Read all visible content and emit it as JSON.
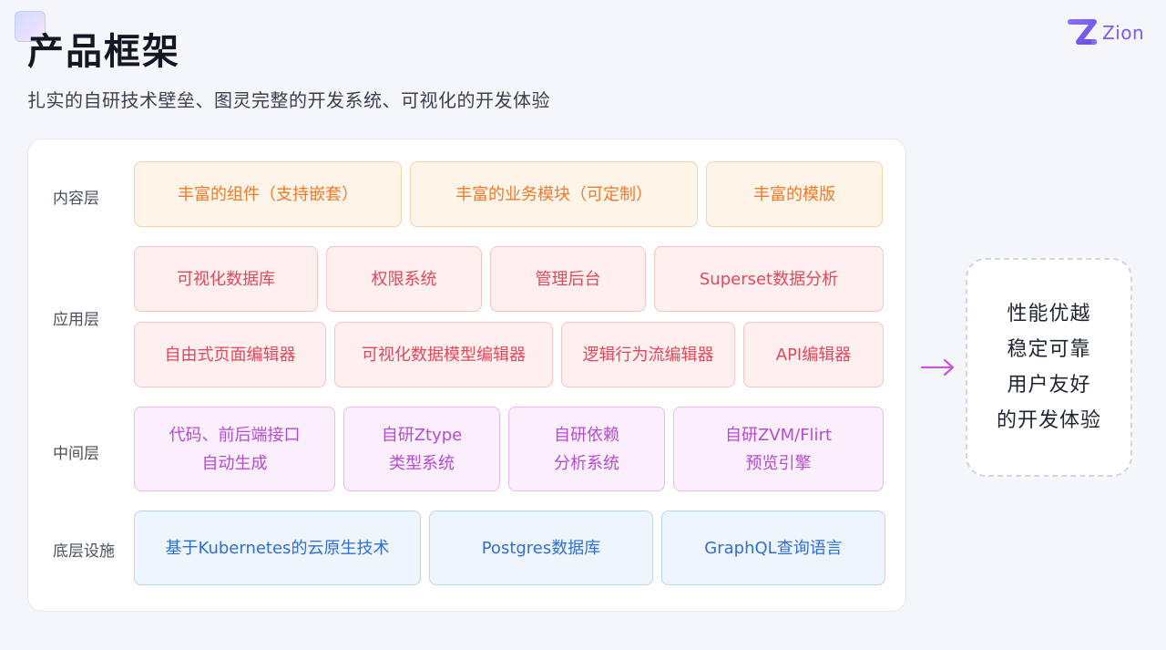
{
  "header": {
    "title": "产品框架",
    "subtitle": "扎实的自研技术壁垒、图灵完整的开发系统、可视化的开发体验",
    "logo_text": "Zion"
  },
  "layers": {
    "content": {
      "label": "内容层",
      "items": [
        "丰富的组件（支持嵌套）",
        "丰富的业务模块（可定制）",
        "丰富的模版"
      ]
    },
    "application": {
      "label": "应用层",
      "row1": [
        "可视化数据库",
        "权限系统",
        "管理后台",
        "Superset数据分析"
      ],
      "row2": [
        "自由式页面编辑器",
        "可视化数据模型编辑器",
        "逻辑行为流编辑器",
        "API编辑器"
      ]
    },
    "middle": {
      "label": "中间层",
      "items": [
        {
          "line1": "代码、前后端接口",
          "line2": "自动生成"
        },
        {
          "line1": "自研Ztype",
          "line2": "类型系统"
        },
        {
          "line1": "自研依赖",
          "line2": "分析系统"
        },
        {
          "line1": "自研ZVM/Flirt",
          "line2": "预览引擎"
        }
      ]
    },
    "infrastructure": {
      "label": "底层设施",
      "items": [
        "基于Kubernetes的云原生技术",
        "Postgres数据库",
        "GraphQL查询语言"
      ]
    }
  },
  "result": {
    "lines": [
      "性能优越",
      "稳定可靠",
      "用户友好",
      "的开发体验"
    ]
  },
  "colors": {
    "content": "#f07a2a",
    "application": "#e2475c",
    "middle": "#b54bd0",
    "infrastructure": "#2f6fd0",
    "arrow": "#c45ad6",
    "brand": "#7b5cf0"
  },
  "icons": {
    "logo": "zion-logo-icon",
    "arrow": "right-arrow-icon"
  }
}
